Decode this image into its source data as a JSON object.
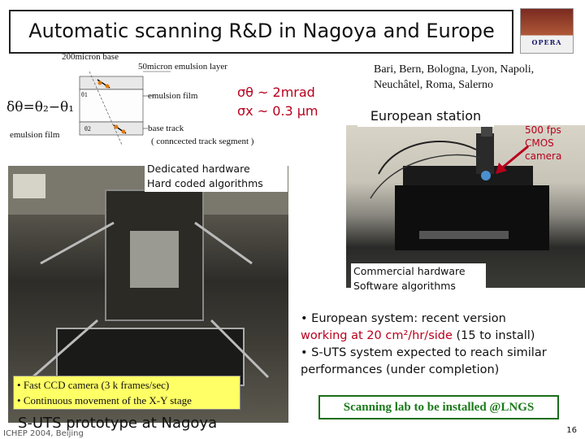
{
  "title": "Automatic scanning R&D in Nagoya and Europe",
  "logo": {
    "text": "OPERA",
    "icon": "opera-logo-icon"
  },
  "diagram": {
    "base_label": "200micron base",
    "layer_label": "50micron emulsion layer",
    "film_label_right": "emulsion film",
    "film_label_left": "emulsion film",
    "basetrack_label": "base track",
    "segment_label": "( conncected track segment )",
    "theta1": "θ1",
    "theta2": "θ2",
    "delta_theta": "δθ=θ₂−θ₁"
  },
  "resolution": {
    "sigma_theta": "σθ ~ 2mrad",
    "sigma_x": "σx ~ 0.3 μm"
  },
  "cities": "Bari, Bern, Bologna, Lyon, Napoli, Neuchâtel, Roma, Salerno",
  "european_station": "European station",
  "camera": "500 fps CMOS camera",
  "dedicated": {
    "line1": "Dedicated hardware",
    "line2": "Hard coded algorithms"
  },
  "commercial": {
    "line1": "Commercial hardware",
    "line2": "Software algorithms"
  },
  "ccd": {
    "item1": "Fast CCD camera (3 k frames/sec)",
    "item2": "Continuous movement of the X-Y stage"
  },
  "suts_caption": "S-UTS prototype at Nagoya",
  "conference": "ICHEP 2004, Beijing",
  "bullets": {
    "b1_prefix": "• European system: recent version",
    "b1_red": "working at 20 cm²/hr/side",
    "b1_suffix": " (15 to install)",
    "b2": "• S-UTS system expected to reach similar performances (under completion)"
  },
  "lngs": "Scanning lab to be installed @LNGS",
  "page_number": "16",
  "colors": {
    "accent_red": "#b8001c",
    "highlight_yellow": "#ffff66",
    "green": "#1a7a1a"
  }
}
